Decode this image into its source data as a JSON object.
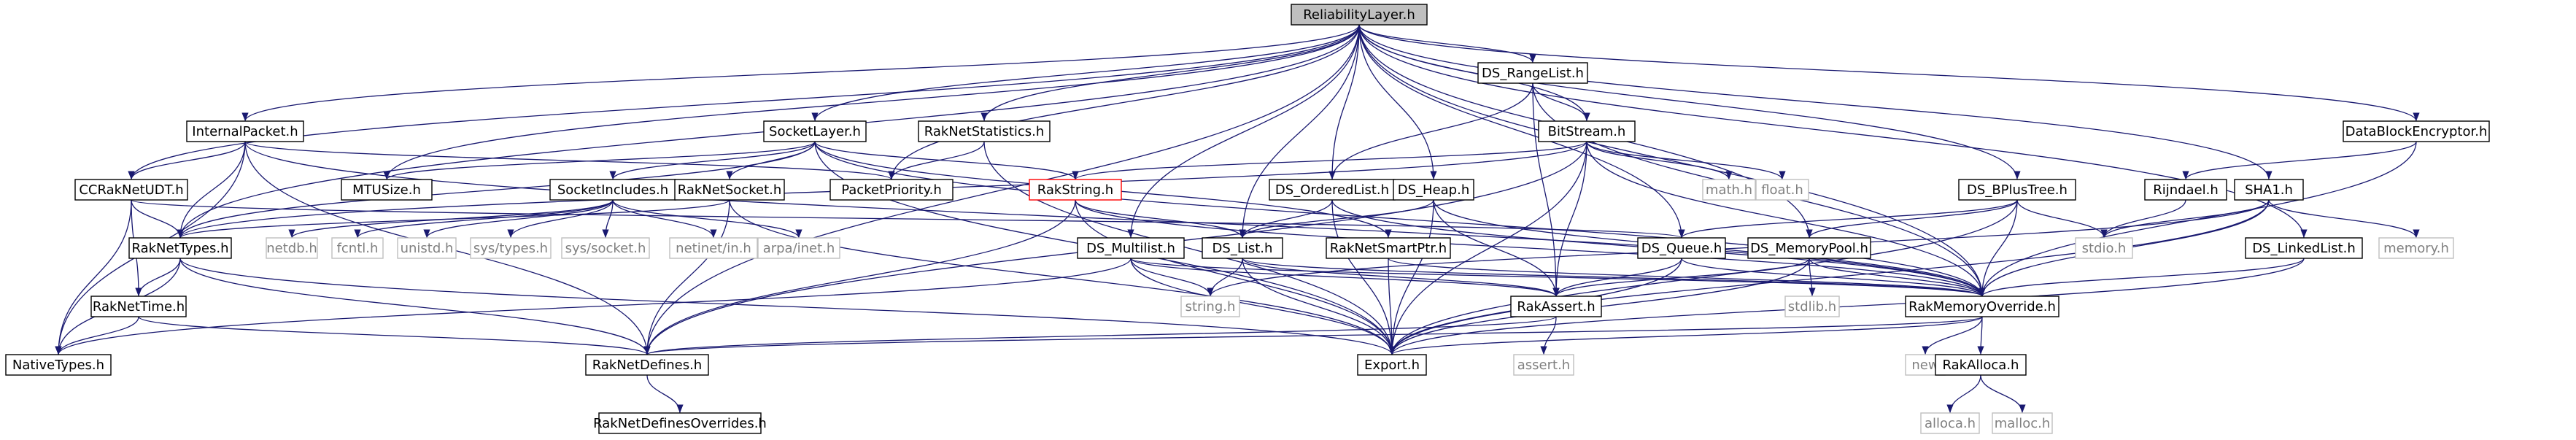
{
  "colors": {
    "edge": "#191970",
    "node_border": "#000000",
    "external_border": "#bfbfbf",
    "external_text": "#808080",
    "root_fill": "#bfbfbf",
    "highlight_border": "#ff0000"
  },
  "nodes": [
    {
      "id": "reliabilitylayer",
      "label": "ReliabilityLayer.h",
      "kind": "root"
    },
    {
      "id": "ds_rangelist",
      "label": "DS_RangeList.h",
      "kind": "internal"
    },
    {
      "id": "internalpacket",
      "label": "InternalPacket.h",
      "kind": "internal"
    },
    {
      "id": "socketlayer",
      "label": "SocketLayer.h",
      "kind": "internal"
    },
    {
      "id": "raknetstatistics",
      "label": "RakNetStatistics.h",
      "kind": "internal"
    },
    {
      "id": "bitstream",
      "label": "BitStream.h",
      "kind": "internal"
    },
    {
      "id": "datablockencryptor",
      "label": "DataBlockEncryptor.h",
      "kind": "internal"
    },
    {
      "id": "ccraknetudt",
      "label": "CCRakNetUDT.h",
      "kind": "internal"
    },
    {
      "id": "mtusize",
      "label": "MTUSize.h",
      "kind": "internal"
    },
    {
      "id": "socketincludes",
      "label": "SocketIncludes.h",
      "kind": "internal"
    },
    {
      "id": "raknetsocket",
      "label": "RakNetSocket.h",
      "kind": "internal"
    },
    {
      "id": "packetpriority",
      "label": "PacketPriority.h",
      "kind": "internal"
    },
    {
      "id": "rakstring",
      "label": "RakString.h",
      "kind": "highlight"
    },
    {
      "id": "ds_orderedlist",
      "label": "DS_OrderedList.h",
      "kind": "internal"
    },
    {
      "id": "ds_heap",
      "label": "DS_Heap.h",
      "kind": "internal"
    },
    {
      "id": "math",
      "label": "math.h",
      "kind": "external"
    },
    {
      "id": "float",
      "label": "float.h",
      "kind": "external"
    },
    {
      "id": "ds_bplustree",
      "label": "DS_BPlusTree.h",
      "kind": "internal"
    },
    {
      "id": "rijndael",
      "label": "Rijndael.h",
      "kind": "internal"
    },
    {
      "id": "sha1",
      "label": "SHA1.h",
      "kind": "internal"
    },
    {
      "id": "raknettypes",
      "label": "RakNetTypes.h",
      "kind": "internal"
    },
    {
      "id": "netdb",
      "label": "netdb.h",
      "kind": "external"
    },
    {
      "id": "fcntl",
      "label": "fcntl.h",
      "kind": "external"
    },
    {
      "id": "unistd",
      "label": "unistd.h",
      "kind": "external"
    },
    {
      "id": "systypes",
      "label": "sys/types.h",
      "kind": "external"
    },
    {
      "id": "syssocket",
      "label": "sys/socket.h",
      "kind": "external"
    },
    {
      "id": "netinetin",
      "label": "netinet/in.h",
      "kind": "external"
    },
    {
      "id": "arpainet",
      "label": "arpa/inet.h",
      "kind": "external"
    },
    {
      "id": "ds_multilist",
      "label": "DS_Multilist.h",
      "kind": "internal"
    },
    {
      "id": "ds_list",
      "label": "DS_List.h",
      "kind": "internal"
    },
    {
      "id": "raknetsmartptr",
      "label": "RakNetSmartPtr.h",
      "kind": "internal"
    },
    {
      "id": "ds_queue",
      "label": "DS_Queue.h",
      "kind": "internal"
    },
    {
      "id": "ds_memorypool",
      "label": "DS_MemoryPool.h",
      "kind": "internal"
    },
    {
      "id": "stdio",
      "label": "stdio.h",
      "kind": "external"
    },
    {
      "id": "memory",
      "label": "memory.h",
      "kind": "external"
    },
    {
      "id": "ds_linkedlist",
      "label": "DS_LinkedList.h",
      "kind": "internal"
    },
    {
      "id": "raknettime",
      "label": "RakNetTime.h",
      "kind": "internal"
    },
    {
      "id": "string",
      "label": "string.h",
      "kind": "external"
    },
    {
      "id": "rakassert",
      "label": "RakAssert.h",
      "kind": "internal"
    },
    {
      "id": "stdlib",
      "label": "stdlib.h",
      "kind": "external"
    },
    {
      "id": "rakmemoryoverride",
      "label": "RakMemoryOverride.h",
      "kind": "internal"
    },
    {
      "id": "nativetypes",
      "label": "NativeTypes.h",
      "kind": "internal"
    },
    {
      "id": "raknetdefines",
      "label": "RakNetDefines.h",
      "kind": "internal"
    },
    {
      "id": "export",
      "label": "Export.h",
      "kind": "internal"
    },
    {
      "id": "assert",
      "label": "assert.h",
      "kind": "external"
    },
    {
      "id": "new",
      "label": "new",
      "kind": "external"
    },
    {
      "id": "rakalloca",
      "label": "RakAlloca.h",
      "kind": "internal"
    },
    {
      "id": "alloca",
      "label": "alloca.h",
      "kind": "external"
    },
    {
      "id": "malloc",
      "label": "malloc.h",
      "kind": "external"
    },
    {
      "id": "raknetdefinesoverrides",
      "label": "RakNetDefinesOverrides.h",
      "kind": "internal"
    }
  ],
  "edges": [
    [
      "reliabilitylayer",
      "ds_rangelist"
    ],
    [
      "reliabilitylayer",
      "internalpacket"
    ],
    [
      "reliabilitylayer",
      "socketlayer"
    ],
    [
      "reliabilitylayer",
      "raknetstatistics"
    ],
    [
      "reliabilitylayer",
      "bitstream"
    ],
    [
      "reliabilitylayer",
      "datablockencryptor"
    ],
    [
      "reliabilitylayer",
      "ccraknetudt"
    ],
    [
      "reliabilitylayer",
      "mtusize"
    ],
    [
      "reliabilitylayer",
      "packetpriority"
    ],
    [
      "reliabilitylayer",
      "ds_orderedlist"
    ],
    [
      "reliabilitylayer",
      "ds_heap"
    ],
    [
      "reliabilitylayer",
      "ds_bplustree"
    ],
    [
      "reliabilitylayer",
      "sha1"
    ],
    [
      "reliabilitylayer",
      "ds_list"
    ],
    [
      "reliabilitylayer",
      "ds_multilist"
    ],
    [
      "reliabilitylayer",
      "ds_linkedlist"
    ],
    [
      "reliabilitylayer",
      "ds_queue"
    ],
    [
      "reliabilitylayer",
      "rakmemoryoverride"
    ],
    [
      "reliabilitylayer",
      "raknetdefines"
    ],
    [
      "reliabilitylayer",
      "ds_memorypool"
    ],
    [
      "reliabilitylayer",
      "raknettypes"
    ],
    [
      "ds_rangelist",
      "bitstream"
    ],
    [
      "ds_rangelist",
      "ds_orderedlist"
    ],
    [
      "ds_rangelist",
      "rakassert"
    ],
    [
      "ds_rangelist",
      "rakmemoryoverride"
    ],
    [
      "internalpacket",
      "packetpriority"
    ],
    [
      "internalpacket",
      "raknettypes"
    ],
    [
      "internalpacket",
      "ccraknetudt"
    ],
    [
      "internalpacket",
      "nativetypes"
    ],
    [
      "internalpacket",
      "raknetdefines"
    ],
    [
      "internalpacket",
      "rakmemoryoverride"
    ],
    [
      "socketlayer",
      "mtusize"
    ],
    [
      "socketlayer",
      "socketincludes"
    ],
    [
      "socketlayer",
      "raknetsocket"
    ],
    [
      "socketlayer",
      "raknettypes"
    ],
    [
      "socketlayer",
      "rakstring"
    ],
    [
      "socketlayer",
      "raknetsmartptr"
    ],
    [
      "socketlayer",
      "export"
    ],
    [
      "socketlayer",
      "rakmemoryoverride"
    ],
    [
      "raknetstatistics",
      "packetpriority"
    ],
    [
      "raknetstatistics",
      "export"
    ],
    [
      "bitstream",
      "rakstring"
    ],
    [
      "bitstream",
      "math"
    ],
    [
      "bitstream",
      "float"
    ],
    [
      "bitstream",
      "rakassert"
    ],
    [
      "bitstream",
      "export"
    ],
    [
      "bitstream",
      "rakmemoryoverride"
    ],
    [
      "bitstream",
      "raknetdefines"
    ],
    [
      "bitstream",
      "raknettypes"
    ],
    [
      "datablockencryptor",
      "rijndael"
    ],
    [
      "datablockencryptor",
      "rakmemoryoverride"
    ],
    [
      "ccraknetudt",
      "raknettypes"
    ],
    [
      "ccraknetudt",
      "raknettime"
    ],
    [
      "ccraknetudt",
      "nativetypes"
    ],
    [
      "ccraknetudt",
      "ds_queue"
    ],
    [
      "socketincludes",
      "netdb"
    ],
    [
      "socketincludes",
      "fcntl"
    ],
    [
      "socketincludes",
      "unistd"
    ],
    [
      "socketincludes",
      "systypes"
    ],
    [
      "socketincludes",
      "syssocket"
    ],
    [
      "socketincludes",
      "netinetin"
    ],
    [
      "socketincludes",
      "arpainet"
    ],
    [
      "raknetsocket",
      "raknettypes"
    ],
    [
      "raknetsocket",
      "raknetdefines"
    ],
    [
      "raknetsocket",
      "export"
    ],
    [
      "rakstring",
      "ds_list"
    ],
    [
      "rakstring",
      "export"
    ],
    [
      "rakstring",
      "rakmemoryoverride"
    ],
    [
      "rakstring",
      "raknetdefines"
    ],
    [
      "ds_orderedlist",
      "ds_list"
    ],
    [
      "ds_orderedlist",
      "rakmemoryoverride"
    ],
    [
      "ds_orderedlist",
      "export"
    ],
    [
      "ds_heap",
      "ds_list"
    ],
    [
      "ds_heap",
      "export"
    ],
    [
      "ds_heap",
      "rakassert"
    ],
    [
      "ds_heap",
      "rakmemoryoverride"
    ],
    [
      "ds_bplustree",
      "ds_memorypool"
    ],
    [
      "ds_bplustree",
      "ds_queue"
    ],
    [
      "ds_bplustree",
      "stdio"
    ],
    [
      "ds_bplustree",
      "export"
    ],
    [
      "ds_bplustree",
      "rakmemoryoverride"
    ],
    [
      "rijndael",
      "stdio"
    ],
    [
      "sha1",
      "stdio"
    ],
    [
      "sha1",
      "memory"
    ],
    [
      "sha1",
      "string"
    ],
    [
      "sha1",
      "rakmemoryoverride"
    ],
    [
      "sha1",
      "export"
    ],
    [
      "raknettypes",
      "nativetypes"
    ],
    [
      "raknettypes",
      "raknettime"
    ],
    [
      "raknettypes",
      "raknetdefines"
    ],
    [
      "raknettypes",
      "export"
    ],
    [
      "ds_multilist",
      "rakmemoryoverride"
    ],
    [
      "ds_multilist",
      "nativetypes"
    ],
    [
      "ds_multilist",
      "rakassert"
    ],
    [
      "ds_multilist",
      "export"
    ],
    [
      "ds_multilist",
      "string"
    ],
    [
      "ds_list",
      "string"
    ],
    [
      "ds_list",
      "rakassert"
    ],
    [
      "ds_list",
      "export"
    ],
    [
      "ds_list",
      "rakmemoryoverride"
    ],
    [
      "raknetsmartptr",
      "rakmemoryoverride"
    ],
    [
      "raknetsmartptr",
      "export"
    ],
    [
      "ds_queue",
      "rakassert"
    ],
    [
      "ds_queue",
      "export"
    ],
    [
      "ds_queue",
      "rakmemoryoverride"
    ],
    [
      "ds_memorypool",
      "rakassert"
    ],
    [
      "ds_memorypool",
      "stdlib"
    ],
    [
      "ds_memorypool",
      "export"
    ],
    [
      "ds_memorypool",
      "rakmemoryoverride"
    ],
    [
      "ds_linkedlist",
      "rakmemoryoverride"
    ],
    [
      "ds_linkedlist",
      "export"
    ],
    [
      "raknettime",
      "nativetypes"
    ],
    [
      "raknettime",
      "raknetdefines"
    ],
    [
      "rakassert",
      "assert"
    ],
    [
      "rakassert",
      "raknetdefines"
    ],
    [
      "rakmemoryoverride",
      "export"
    ],
    [
      "rakmemoryoverride",
      "new"
    ],
    [
      "rakmemoryoverride",
      "rakalloca"
    ],
    [
      "rakmemoryoverride",
      "raknetdefines"
    ],
    [
      "rakalloca",
      "alloca"
    ],
    [
      "rakalloca",
      "malloc"
    ],
    [
      "raknetdefines",
      "raknetdefinesoverrides"
    ]
  ]
}
